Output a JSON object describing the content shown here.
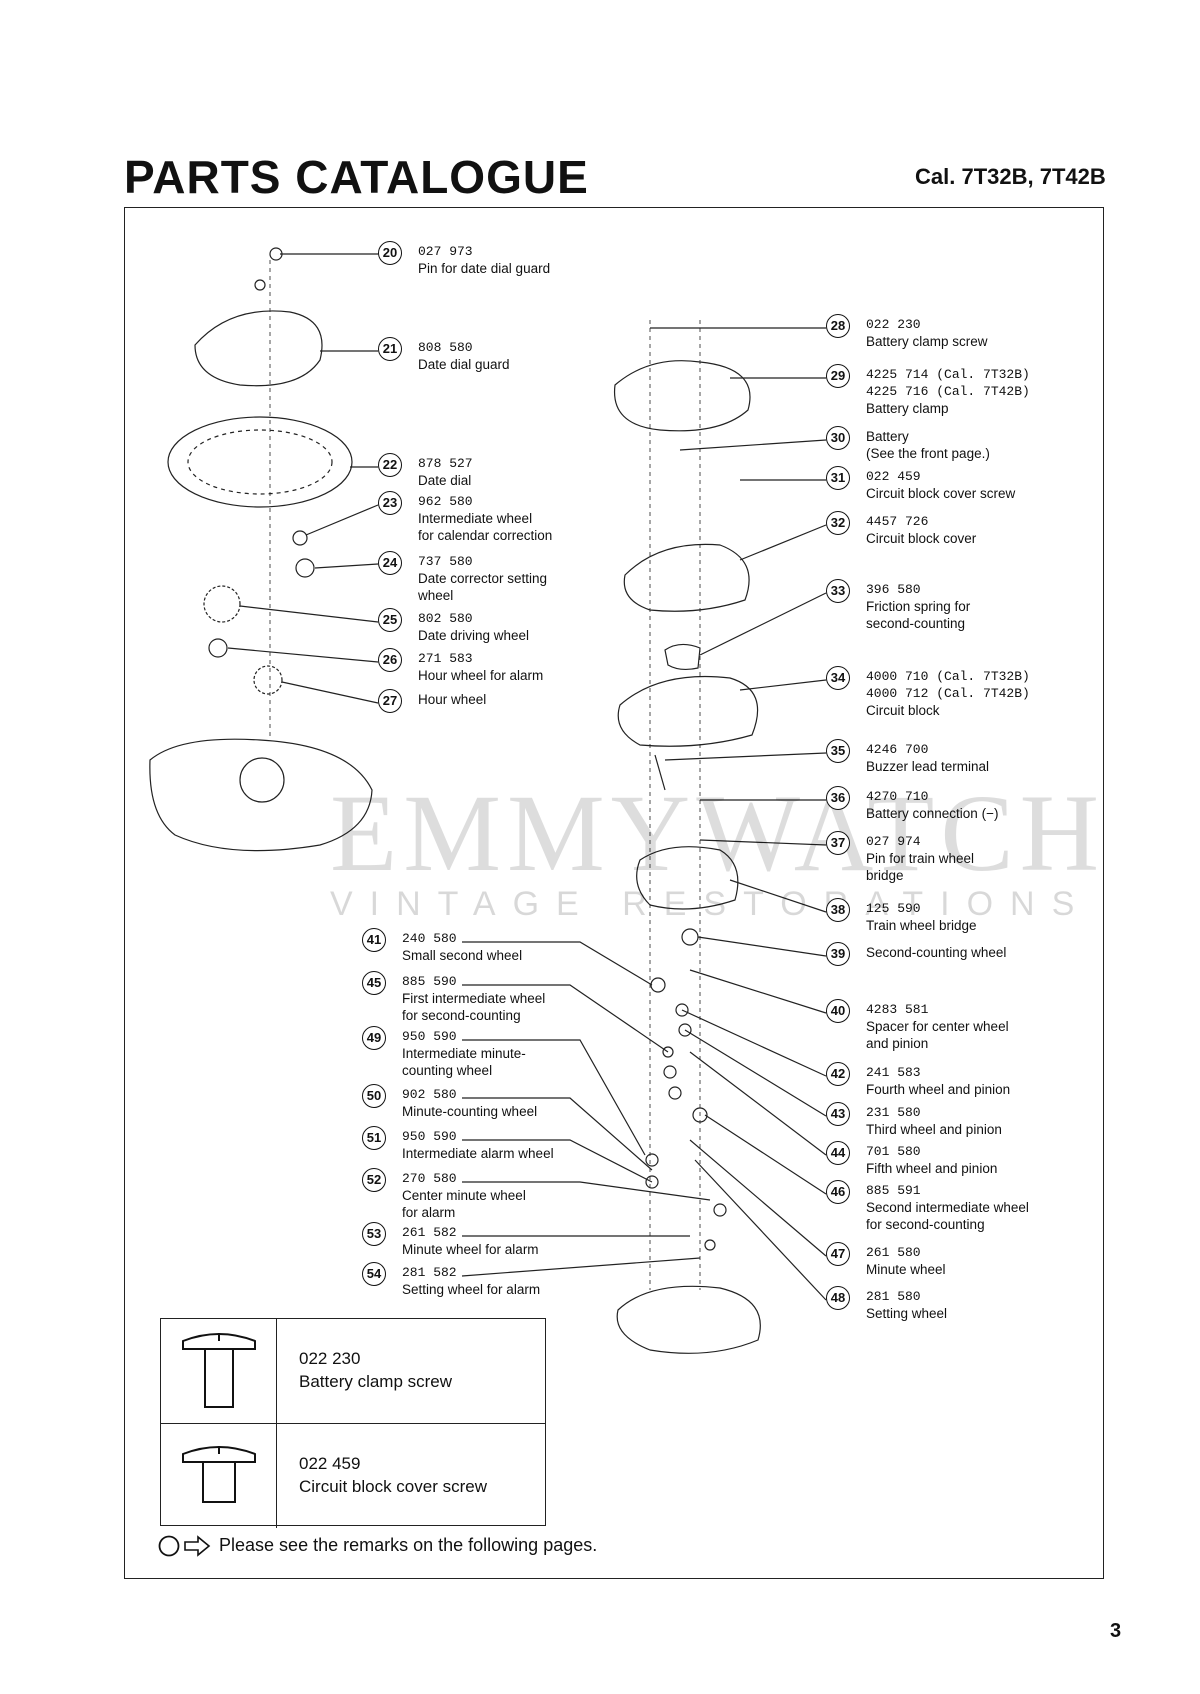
{
  "header": {
    "title": "PARTS CATALOGUE",
    "caliber": "Cal. 7T32B, 7T42B"
  },
  "watermark": {
    "brand": "EMMYWATCH",
    "tagline": "VINTAGE RESTORATIONS"
  },
  "parts": [
    {
      "num": "20",
      "code": "027 973",
      "name": "Pin for date dial guard"
    },
    {
      "num": "21",
      "code": "808 580",
      "name": "Date dial guard"
    },
    {
      "num": "22",
      "code": "878 527",
      "name": "Date dial"
    },
    {
      "num": "23",
      "code": "962 580",
      "name": "Intermediate wheel\nfor calendar correction"
    },
    {
      "num": "24",
      "code": "737 580",
      "name": "Date corrector setting\nwheel"
    },
    {
      "num": "25",
      "code": "802 580",
      "name": "Date driving wheel"
    },
    {
      "num": "26",
      "code": "271 583",
      "name": "Hour wheel for alarm"
    },
    {
      "num": "27",
      "code": "",
      "name": "Hour wheel"
    },
    {
      "num": "28",
      "code": "022 230",
      "name": "Battery clamp screw"
    },
    {
      "num": "29",
      "code": "4225 714 (Cal. 7T32B)\n4225 716 (Cal. 7T42B)",
      "name": "Battery clamp"
    },
    {
      "num": "30",
      "code": "",
      "name": "Battery\n(See the front page.)"
    },
    {
      "num": "31",
      "code": "022 459",
      "name": "Circuit block cover screw"
    },
    {
      "num": "32",
      "code": "4457 726",
      "name": "Circuit block cover"
    },
    {
      "num": "33",
      "code": "396 580",
      "name": "Friction spring for\nsecond-counting"
    },
    {
      "num": "34",
      "code": "4000 710 (Cal. 7T32B)\n4000 712 (Cal. 7T42B)",
      "name": "Circuit block"
    },
    {
      "num": "35",
      "code": "4246 700",
      "name": "Buzzer lead terminal"
    },
    {
      "num": "36",
      "code": "4270 710",
      "name": "Battery connection (−)"
    },
    {
      "num": "37",
      "code": "027 974",
      "name": "Pin for train wheel\nbridge"
    },
    {
      "num": "38",
      "code": "125 590",
      "name": "Train wheel bridge"
    },
    {
      "num": "39",
      "code": "",
      "name": "Second-counting wheel"
    },
    {
      "num": "40",
      "code": "4283 581",
      "name": "Spacer for center wheel\nand pinion"
    },
    {
      "num": "42",
      "code": "241 583",
      "name": "Fourth wheel and pinion"
    },
    {
      "num": "43",
      "code": "231 580",
      "name": "Third wheel and pinion"
    },
    {
      "num": "44",
      "code": "701 580",
      "name": "Fifth wheel and pinion"
    },
    {
      "num": "46",
      "code": "885 591",
      "name": "Second intermediate wheel\nfor second-counting"
    },
    {
      "num": "47",
      "code": "261 580",
      "name": "Minute wheel"
    },
    {
      "num": "48",
      "code": "281 580",
      "name": "Setting wheel"
    },
    {
      "num": "41",
      "code": "240 580",
      "name": "Small second wheel"
    },
    {
      "num": "45",
      "code": "885 590",
      "name": "First intermediate wheel\nfor second-counting"
    },
    {
      "num": "49",
      "code": "950 590",
      "name": "Intermediate minute-\ncounting wheel"
    },
    {
      "num": "50",
      "code": "902 580",
      "name": "Minute-counting wheel"
    },
    {
      "num": "51",
      "code": "950 590",
      "name": "Intermediate alarm wheel"
    },
    {
      "num": "52",
      "code": "270 580",
      "name": "Center minute wheel\nfor alarm"
    },
    {
      "num": "53",
      "code": "261 582",
      "name": "Minute wheel for alarm"
    },
    {
      "num": "54",
      "code": "281 582",
      "name": "Setting wheel for alarm"
    }
  ],
  "screws": [
    {
      "code": "022 230",
      "name": "Battery clamp screw"
    },
    {
      "code": "022 459",
      "name": "Circuit block cover screw"
    }
  ],
  "remark": "Please see the remarks on the following pages.",
  "page_number": "3"
}
